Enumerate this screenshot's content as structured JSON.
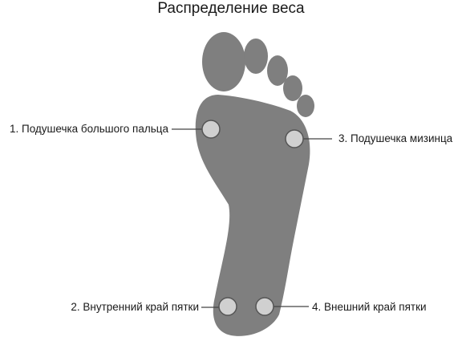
{
  "title": "Распределение веса",
  "colors": {
    "foot": "#7f7f7f",
    "pad": "#d0d0d0",
    "pad_stroke": "#555555",
    "leader": "#444444"
  },
  "points": [
    {
      "id": "big-toe-pad",
      "label": "1. Подушечка большого пальца"
    },
    {
      "id": "inner-heel",
      "label": "2. Внутренний край пятки"
    },
    {
      "id": "pinky-pad",
      "label": "3. Подушечка мизинца"
    },
    {
      "id": "outer-heel",
      "label": "4. Внешний край пятки"
    }
  ]
}
